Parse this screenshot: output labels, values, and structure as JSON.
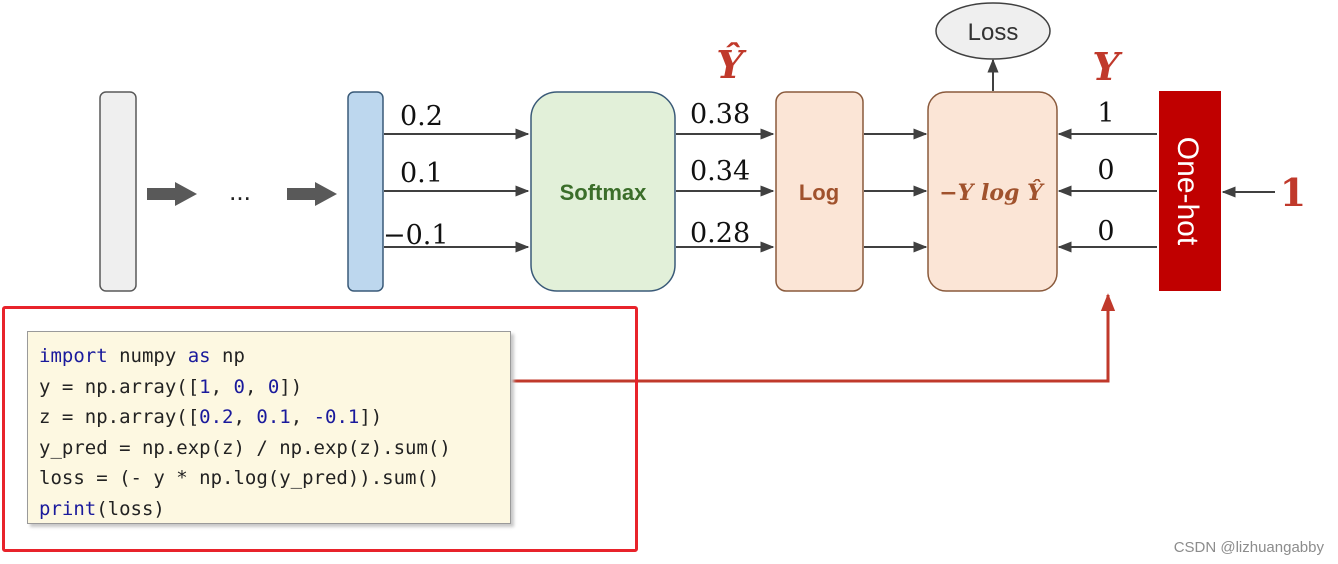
{
  "diagram": {
    "ellipsis": "...",
    "logits": [
      "0.2",
      "0.1",
      "−0.1"
    ],
    "softmax_label": "Softmax",
    "probs": [
      "0.38",
      "0.34",
      "0.28"
    ],
    "yhat_label": "Ŷ",
    "log_label": "Log",
    "loss_formula": "−Y log Ŷ",
    "loss_label": "Loss",
    "y_label": "Y",
    "targets": [
      "1",
      "0",
      "0"
    ],
    "onehot_label": "One-hot",
    "class_index": "1",
    "colors": {
      "input_box": "#efefef",
      "logit_box": "#bdd7ee",
      "softmax_box": "#e2f0d9",
      "log_box": "#fbe5d6",
      "onehot_box": "#c00000",
      "accent_red": "#c0392b",
      "arrow": "#404040"
    }
  },
  "code": {
    "line1": {
      "kw1": "import",
      "t1": " numpy ",
      "kw2": "as",
      "t2": " np"
    },
    "line2": {
      "t1": "y = np.array([",
      "n1": "1",
      "t2": ", ",
      "n2": "0",
      "t3": ", ",
      "n3": "0",
      "t4": "])"
    },
    "line3": {
      "t1": "z = np.array([",
      "n1": "0.2",
      "t2": ", ",
      "n2": "0.1",
      "t3": ", ",
      "n3": "-0.1",
      "t4": "])"
    },
    "line4": "y_pred = np.exp(z) / np.exp(z).sum()",
    "line5": "loss = (- y * np.log(y_pred)).sum()",
    "line6": {
      "kw": "print",
      "t": "(loss)"
    }
  },
  "watermark": "CSDN @lizhuangabby"
}
